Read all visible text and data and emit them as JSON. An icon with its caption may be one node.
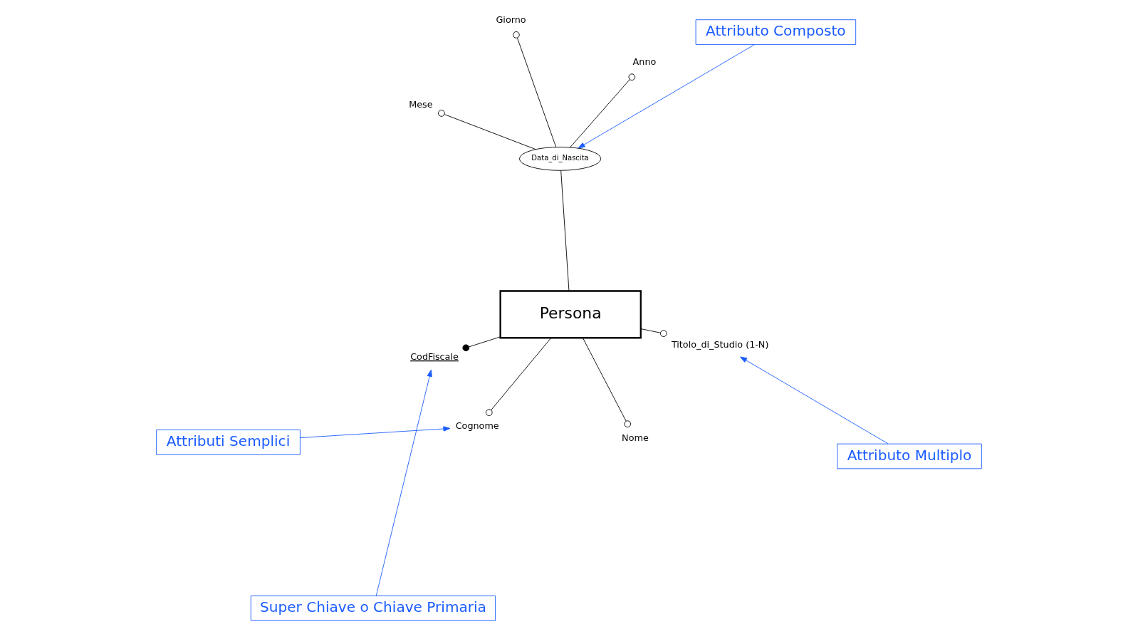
{
  "diagram": {
    "nodes": [
      {
        "text": [
          "Super Chiave o Chiave Primaria"
        ]
      },
      {
        "text": [
          "Attributo Composto"
        ]
      },
      {
        "text": [
          "Mese"
        ]
      },
      {
        "text": [
          "Giorno"
        ]
      },
      {
        "text": [
          "Anno"
        ]
      },
      {
        "text": [
          "CodFiscale"
        ]
      },
      {
        "text": [
          "Data_di_Nascita"
        ]
      },
      {
        "text": [
          "Titolo_di_Studio (1-N)"
        ]
      },
      {
        "text": [
          "Persona"
        ]
      },
      {
        "text": [
          "Nome"
        ]
      },
      {
        "text": [
          "Cognome"
        ]
      },
      {
        "text": [
          "Attributi Semplici"
        ]
      },
      {
        "text": [
          "Attributo Multiplo"
        ]
      }
    ],
    "edges": [
      {
        "from": 8,
        "to": 5,
        "arrow": "other"
      },
      {
        "from": 8,
        "to": 9,
        "arrow": "other"
      },
      {
        "from": 8,
        "to": 10,
        "arrow": "other"
      },
      {
        "from": 8,
        "to": 7,
        "arrow": "other"
      },
      {
        "from": 8,
        "to": 6,
        "arrow": "none"
      },
      {
        "from": 6,
        "to": 3,
        "arrow": "other"
      },
      {
        "from": 6,
        "to": 2,
        "arrow": "other"
      },
      {
        "from": 6,
        "to": 4,
        "arrow": "other"
      },
      {
        "from": 0,
        "to": 5,
        "arrow": "to",
        "color": "#1a5cff"
      },
      {
        "from": 1,
        "to": 6,
        "arrow": "to",
        "color": "#1a5cff"
      },
      {
        "from": 11,
        "to": 10,
        "arrow": "to",
        "color": "#1a5cff"
      },
      {
        "from": 12,
        "to": 7,
        "arrow": "to",
        "color": "#1a5cff"
      }
    ]
  }
}
